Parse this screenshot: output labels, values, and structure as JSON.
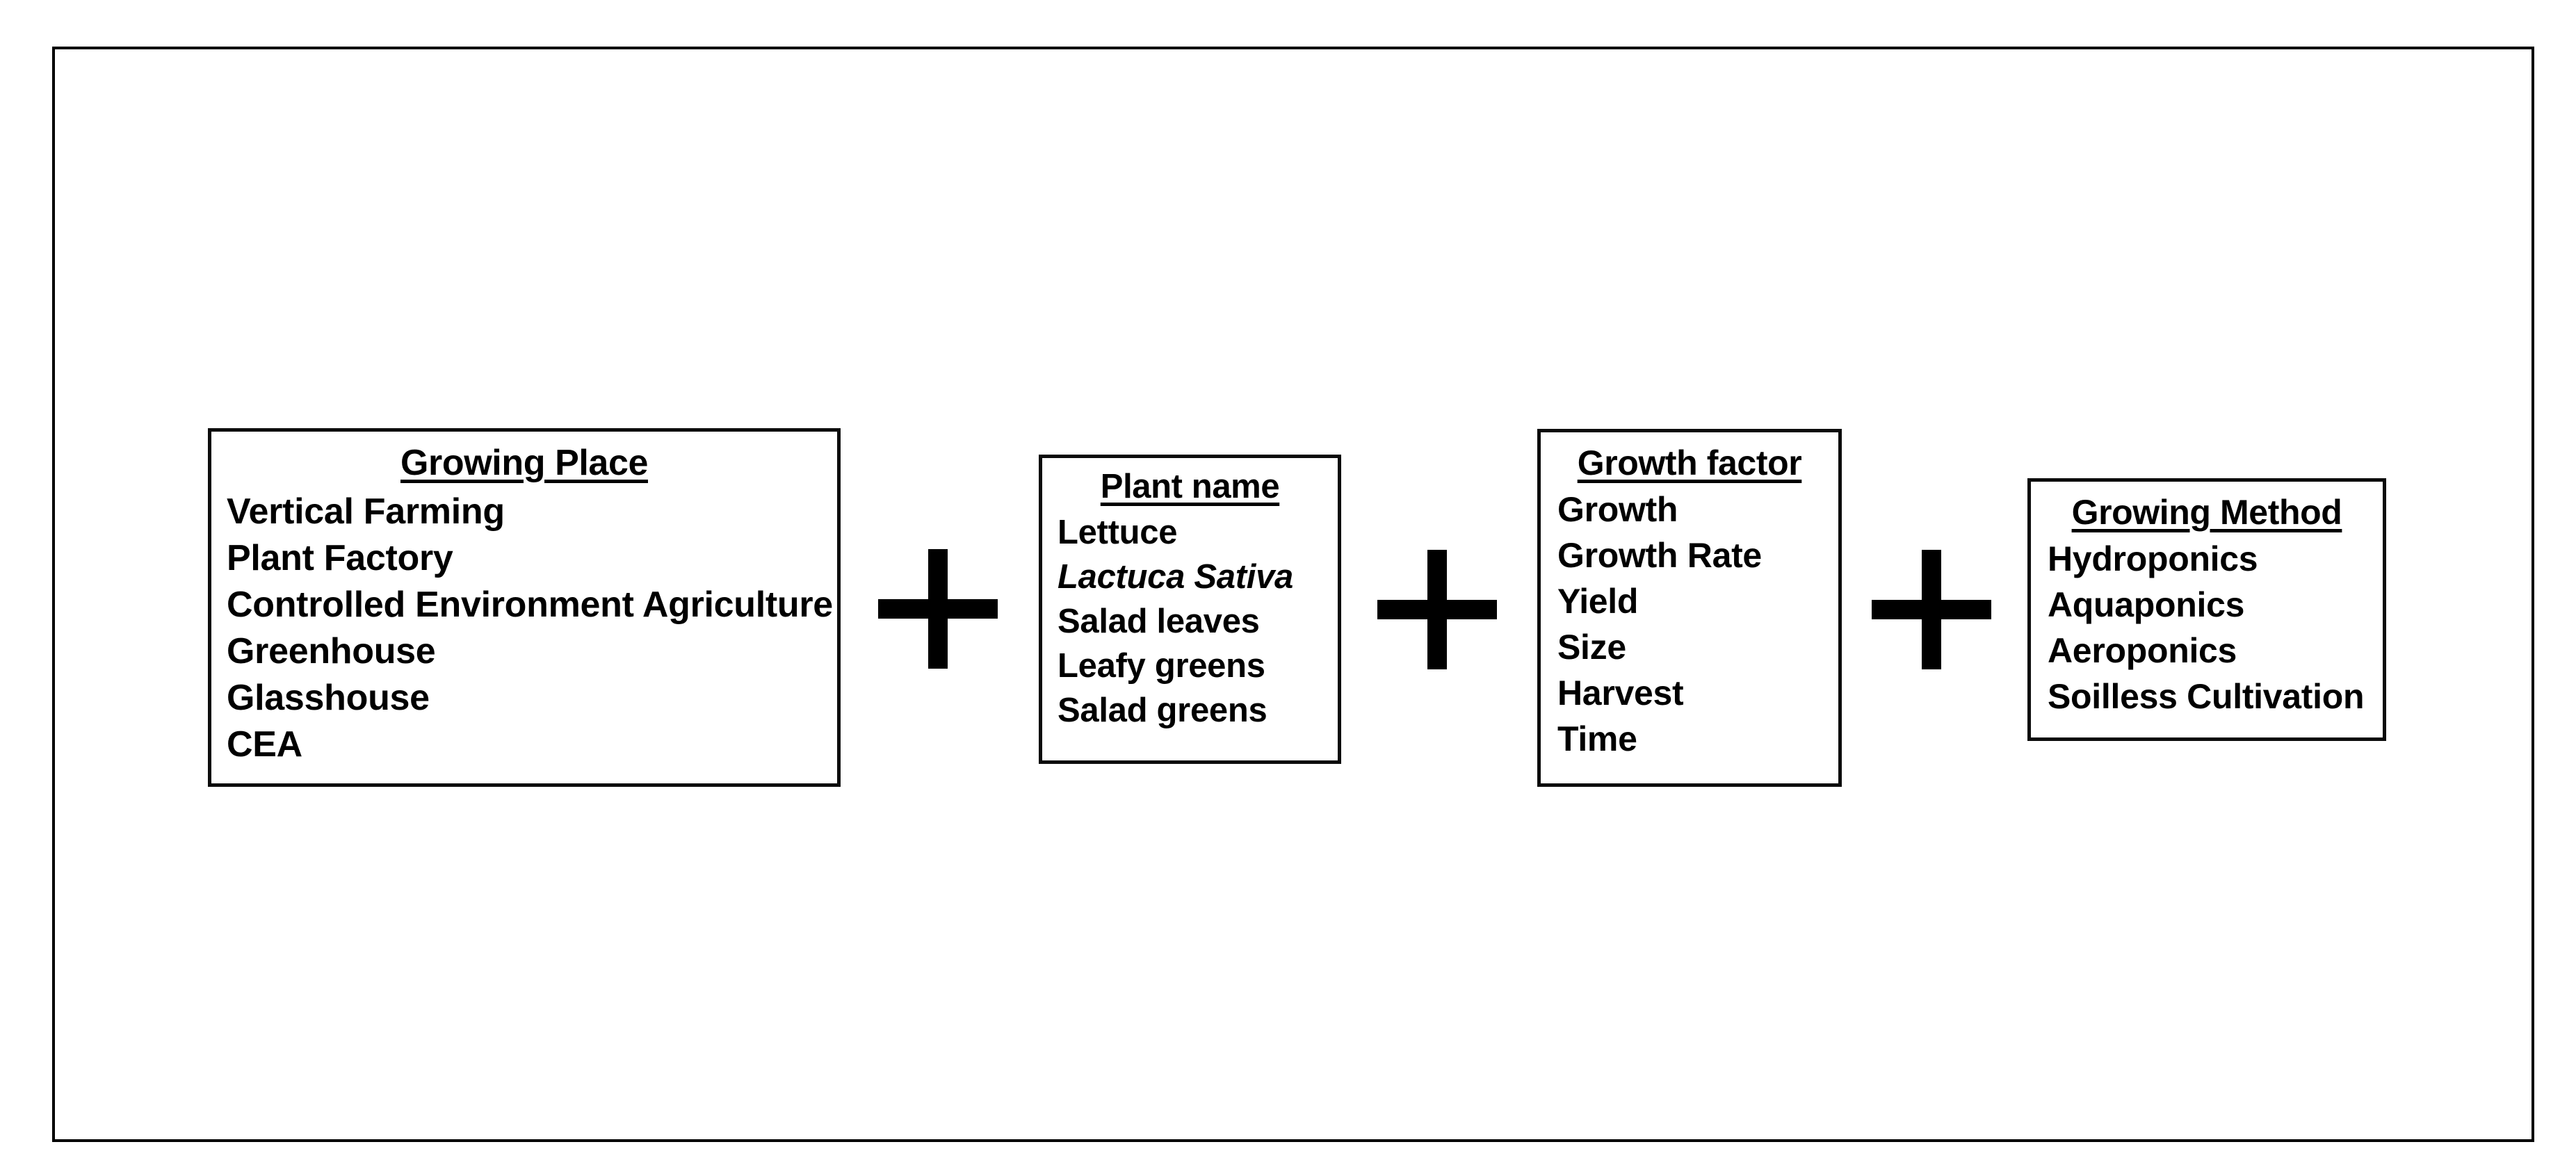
{
  "figure": {
    "background_color": "#ffffff",
    "line_color": "#000000",
    "outer_frame_name": "figure-outer-border"
  },
  "boxes": [
    {
      "id": "growing-place",
      "title": "Growing Place",
      "items": [
        {
          "text": "Vertical Farming",
          "style": "bold"
        },
        {
          "text": "Plant Factory",
          "style": "bold"
        },
        {
          "text": "Controlled Environment Agriculture",
          "style": "bold"
        },
        {
          "text": "Greenhouse",
          "style": "bold"
        },
        {
          "text": "Glasshouse",
          "style": "bold"
        },
        {
          "text": "CEA",
          "style": "bold"
        }
      ]
    },
    {
      "id": "plant-name",
      "title": "Plant name",
      "items": [
        {
          "text": "Lettuce",
          "style": "bold"
        },
        {
          "text": "Lactuca Sativa",
          "style": "bold-italic"
        },
        {
          "text": "Salad leaves",
          "style": "bold"
        },
        {
          "text": "Leafy greens",
          "style": "bold"
        },
        {
          "text": "Salad greens",
          "style": "bold"
        }
      ]
    },
    {
      "id": "growth-factor",
      "title": "Growth factor",
      "items": [
        {
          "text": "Growth",
          "style": "bold"
        },
        {
          "text": "Growth Rate",
          "style": "bold"
        },
        {
          "text": "Yield",
          "style": "bold"
        },
        {
          "text": "Size",
          "style": "bold"
        },
        {
          "text": "Harvest",
          "style": "bold"
        },
        {
          "text": "Time",
          "style": "bold"
        }
      ]
    },
    {
      "id": "growing-method",
      "title": "Growing Method",
      "items": [
        {
          "text": "Hydroponics",
          "style": "bold"
        },
        {
          "text": "Aquaponics",
          "style": "bold"
        },
        {
          "text": "Aeroponics",
          "style": "bold"
        },
        {
          "text": "Soilless Cultivation",
          "style": "bold"
        }
      ]
    }
  ],
  "connectors": [
    {
      "id": "plus-1",
      "symbol": "+",
      "between": [
        "growing-place",
        "plant-name"
      ]
    },
    {
      "id": "plus-2",
      "symbol": "+",
      "between": [
        "plant-name",
        "growth-factor"
      ]
    },
    {
      "id": "plus-3",
      "symbol": "+",
      "between": [
        "growth-factor",
        "growing-method"
      ]
    }
  ]
}
